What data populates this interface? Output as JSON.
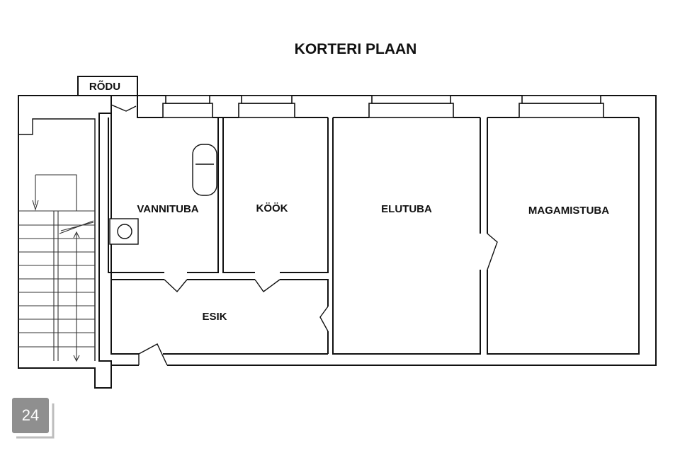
{
  "plan": {
    "title": "KORTERI PLAAN",
    "balcony_label": "RÕDU",
    "rooms": {
      "bathroom": "VANNITUBA",
      "kitchen": "KÖÖK",
      "living_room": "ELUTUBA",
      "bedroom": "MAGAMISTUBA",
      "hallway": "ESIK"
    }
  },
  "badge": {
    "number": "24",
    "bg_color": "#8f8f8f"
  }
}
